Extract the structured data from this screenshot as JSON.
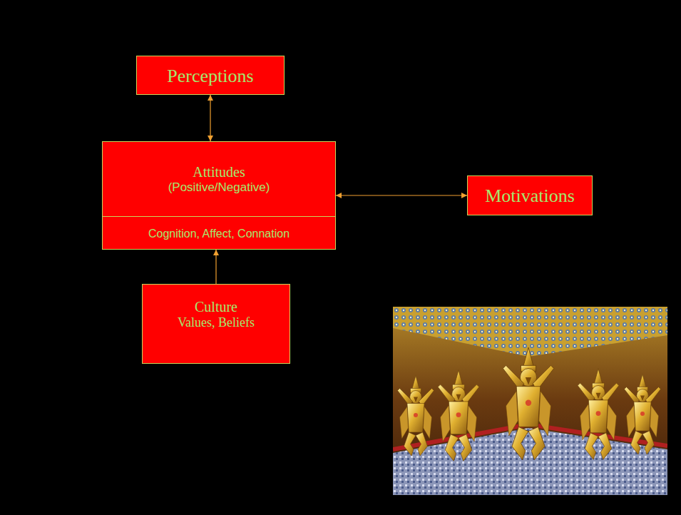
{
  "diagram": {
    "nodes": [
      {
        "text": [
          "Perceptions"
        ]
      },
      {
        "text": [
          "Attitudes",
          "(Positive/Negative)"
        ]
      },
      {
        "text": [
          "Cognition, Affect, Connation"
        ],
        "in": 1
      },
      {
        "text": [
          "Motivations"
        ]
      },
      {
        "text": [
          "Culture",
          "Values, Beliefs"
        ]
      }
    ],
    "edges": [
      {
        "from": 0,
        "to": 1,
        "arrow": "both"
      },
      {
        "from": 1,
        "to": 3,
        "arrow": "both"
      },
      {
        "from": 4,
        "to": 1,
        "arrow": "to"
      }
    ]
  }
}
